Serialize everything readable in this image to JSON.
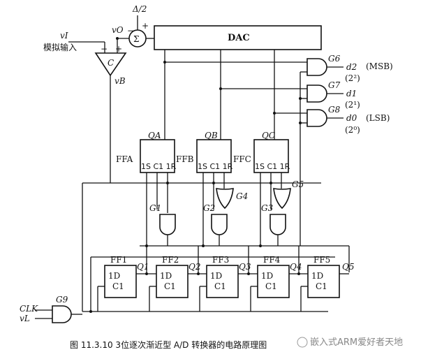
{
  "figure": {
    "caption": "图 11.3.10  3位逐次渐近型 A/D 转换器的电路原理图",
    "watermark": "嵌入式ARM爱好者天地"
  },
  "top": {
    "delta_label": "Δ/2",
    "sum_symbol": "Σ",
    "plus": "+",
    "minus": "−",
    "vo_label": "vO",
    "vi_label": "vI",
    "analog_input": "模拟输入",
    "comparator": "C",
    "vb_label": "vB",
    "dac_label": "DAC"
  },
  "outputs": [
    {
      "gate": "G6",
      "name": "d2",
      "weight": "(2²)",
      "tag": "(MSB)"
    },
    {
      "gate": "G7",
      "name": "d1",
      "weight": "(2¹)",
      "tag": ""
    },
    {
      "gate": "G8",
      "name": "d0",
      "weight": "(2⁰)",
      "tag": "(LSB)"
    }
  ],
  "rs_flipflops": [
    {
      "name": "FFA",
      "q": "QA",
      "pins": "1S C1 1R"
    },
    {
      "name": "FFB",
      "q": "QB",
      "pins": "1S C1 1R"
    },
    {
      "name": "FFC",
      "q": "QC",
      "pins": "1S C1 1R"
    }
  ],
  "and_gates": [
    "G1",
    "G2",
    "G3"
  ],
  "or_gates": [
    "G4",
    "G5"
  ],
  "shift_register": [
    {
      "name": "FF1",
      "q": "Q1",
      "d": "1D",
      "c": "C1"
    },
    {
      "name": "FF2",
      "q": "Q2",
      "d": "1D",
      "c": "C1"
    },
    {
      "name": "FF3",
      "q": "Q3",
      "d": "1D",
      "c": "C1"
    },
    {
      "name": "FF4",
      "q": "Q4",
      "d": "1D",
      "c": "C1"
    },
    {
      "name": "FF5",
      "q": "Q5",
      "d": "1D",
      "c": "C1"
    }
  ],
  "clock_gate": {
    "name": "G9",
    "clk": "CLK",
    "vl": "vL"
  }
}
